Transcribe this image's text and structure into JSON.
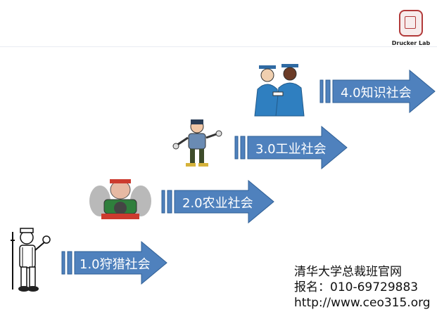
{
  "logo": {
    "text": "Drucker Lab"
  },
  "stages": [
    {
      "label": "1.0狩猎社会",
      "figure": "hunter-figure"
    },
    {
      "label": "2.0农业社会",
      "figure": "farmer-figure"
    },
    {
      "label": "3.0工业社会",
      "figure": "worker-figure"
    },
    {
      "label": "4.0知识社会",
      "figure": "graduates-figure"
    }
  ],
  "colors": {
    "arrow_fill": "#4f81bd",
    "arrow_stroke": "#2f5f95"
  },
  "footer": {
    "line1": "清华大学总裁班官网",
    "line2": "报名：010-69729883",
    "line3": "http://www.ceo315.org"
  }
}
